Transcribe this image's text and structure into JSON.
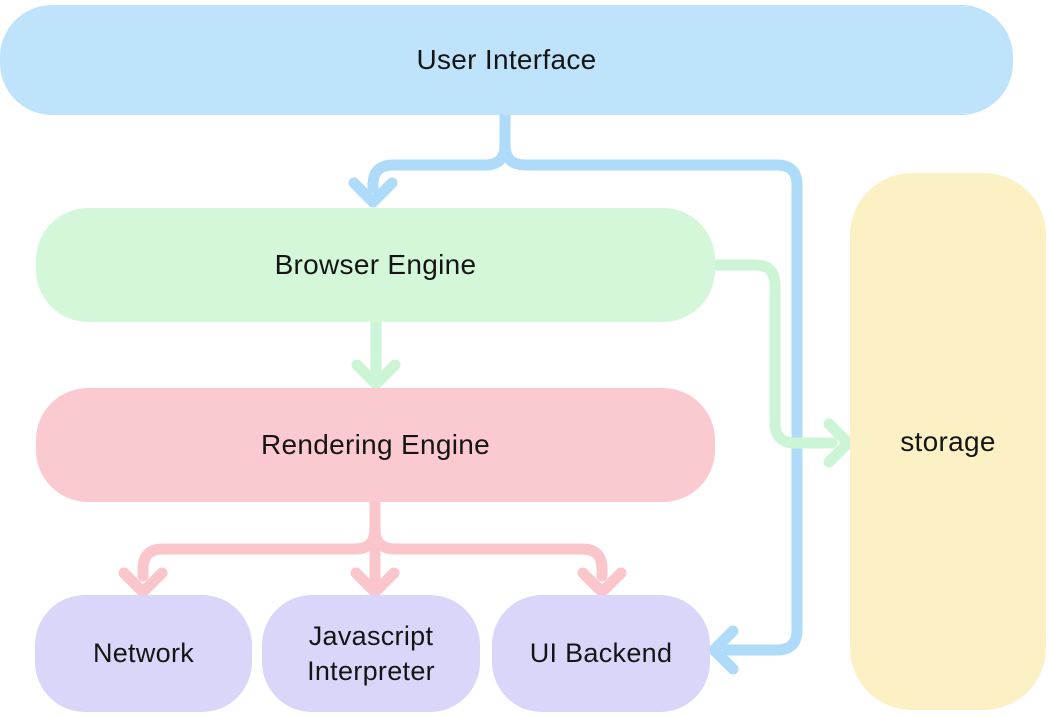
{
  "diagram": {
    "title": "Browser architecture flow diagram",
    "background_color": "#ffffff",
    "text_color": "#151515",
    "nodes": [
      {
        "id": "user-interface",
        "label": "User Interface",
        "color": "#BEE3FB"
      },
      {
        "id": "browser-engine",
        "label": "Browser Engine",
        "color": "#D4F7DA"
      },
      {
        "id": "rendering-engine",
        "label": "Rendering Engine",
        "color": "#FBC9D0"
      },
      {
        "id": "network",
        "label": "Network",
        "color": "#D9D6F9"
      },
      {
        "id": "javascript-interpreter",
        "label": "Javascript Interpreter",
        "color": "#D9D6F9"
      },
      {
        "id": "ui-backend",
        "label": "UI Backend",
        "color": "#D9D6F9"
      },
      {
        "id": "storage",
        "label": "storage",
        "color": "#FBF1C5"
      }
    ],
    "edges": [
      {
        "from": "user-interface",
        "to": "browser-engine",
        "color": "#AFDBFA"
      },
      {
        "from": "user-interface",
        "to": "ui-backend",
        "color": "#AFDBFA"
      },
      {
        "from": "browser-engine",
        "to": "rendering-engine",
        "color": "#CBF5D5"
      },
      {
        "from": "browser-engine",
        "to": "storage",
        "color": "#CBF5D5"
      },
      {
        "from": "rendering-engine",
        "to": "network",
        "color": "#FBC5CC"
      },
      {
        "from": "rendering-engine",
        "to": "javascript-interpreter",
        "color": "#FBC5CC"
      },
      {
        "from": "rendering-engine",
        "to": "ui-backend",
        "color": "#FBC5CC"
      }
    ]
  }
}
